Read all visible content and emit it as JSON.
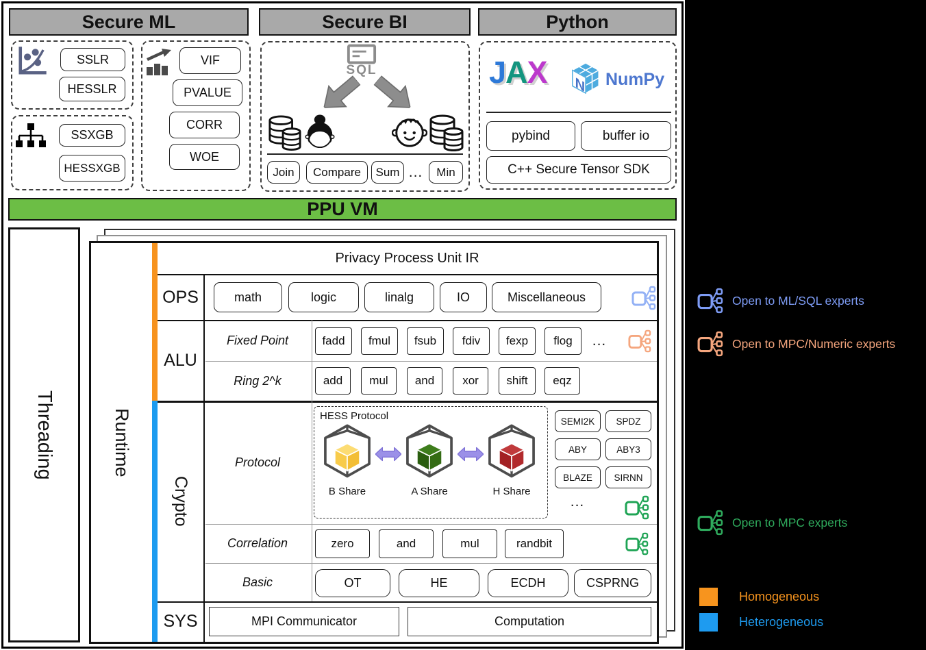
{
  "secure_ml": {
    "title": "Secure ML",
    "regression": {
      "items": [
        "SSLR",
        "HESSLR"
      ]
    },
    "boosting": {
      "items": [
        "SSXGB",
        "HESSXGB"
      ]
    },
    "stats": {
      "items": [
        "VIF",
        "PVALUE",
        "CORR",
        "WOE"
      ]
    }
  },
  "secure_bi": {
    "title": "Secure BI",
    "sql_label": "SQL",
    "ops": [
      "Join",
      "Compare",
      "Sum"
    ],
    "ellipsis": "...",
    "op_last": "Min"
  },
  "python": {
    "title": "Python",
    "jax_letters": [
      "J",
      "A",
      "X"
    ],
    "numpy_n": "N",
    "numpy_label": "NumPy",
    "bindings": [
      "pybind",
      "buffer io"
    ],
    "sdk": "C++ Secure Tensor SDK"
  },
  "ppu_vm": {
    "title": "PPU VM"
  },
  "threading_label": "Threading",
  "runtime": {
    "label": "Runtime",
    "ir_title": "Privacy Process Unit IR",
    "ops": {
      "label": "OPS",
      "buttons": [
        "math",
        "logic",
        "linalg",
        "IO",
        "Miscellaneous"
      ]
    },
    "alu": {
      "label": "ALU",
      "fixed_point": {
        "label": "Fixed Point",
        "buttons": [
          "fadd",
          "fmul",
          "fsub",
          "fdiv",
          "fexp",
          "flog"
        ],
        "ellipsis": "..."
      },
      "ring": {
        "label": "Ring 2^k",
        "buttons": [
          "add",
          "mul",
          "and",
          "xor",
          "shift",
          "eqz"
        ]
      }
    },
    "crypto": {
      "label": "Crypto",
      "protocol": {
        "label": "Protocol",
        "hess_title": "HESS Protocol",
        "shares": [
          {
            "name": "B Share",
            "color": "#F8CB4A"
          },
          {
            "name": "A Share",
            "color": "#2A5E0F"
          },
          {
            "name": "H Share",
            "color": "#B22A2D"
          }
        ],
        "protocols": [
          "SEMI2K",
          "SPDZ",
          "ABY",
          "ABY3",
          "BLAZE",
          "SIRNN"
        ],
        "ellipsis": "..."
      },
      "correlation": {
        "label": "Correlation",
        "buttons": [
          "zero",
          "and",
          "mul",
          "randbit"
        ]
      },
      "basic": {
        "label": "Basic",
        "buttons": [
          "OT",
          "HE",
          "ECDH",
          "CSPRNG"
        ]
      }
    },
    "sys": {
      "label": "SYS",
      "buttons": [
        "MPI Communicator",
        "Computation"
      ]
    }
  },
  "legend": {
    "fanout_items": [
      {
        "label": "Open to ML/SQL experts",
        "color": "#7E9CF5"
      },
      {
        "label": "Open to MPC/Numeric experts",
        "color": "#F5A67E"
      },
      {
        "label": "Open to MPC experts",
        "color": "#2FAB5D"
      }
    ],
    "swatch_items": [
      {
        "label": "Homogeneous",
        "color": "#F7941E"
      },
      {
        "label": "Heterogeneous",
        "color": "#1E9BF0"
      }
    ]
  },
  "colors": {
    "ppu_green": "#6CBE45",
    "stripe_orange": "#F7931E",
    "stripe_blue": "#1C9BF0",
    "header_gray": "#A9A9A9",
    "purple_arrow": "#9B90E8"
  }
}
